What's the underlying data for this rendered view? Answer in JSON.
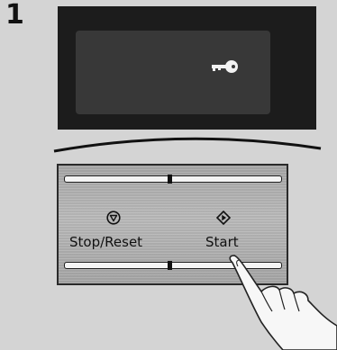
{
  "step": {
    "number": "1"
  },
  "display": {
    "indicator_icon": "key-icon"
  },
  "control_panel": {
    "stop_button": {
      "label": "Stop/Reset",
      "icon": "stop-icon"
    },
    "start_button": {
      "label": "Start",
      "icon": "start-icon"
    }
  },
  "colors": {
    "background": "#d4d4d4",
    "display_frame": "#1c1c1c",
    "display_screen": "#383838",
    "panel": "#b4b4b4"
  }
}
